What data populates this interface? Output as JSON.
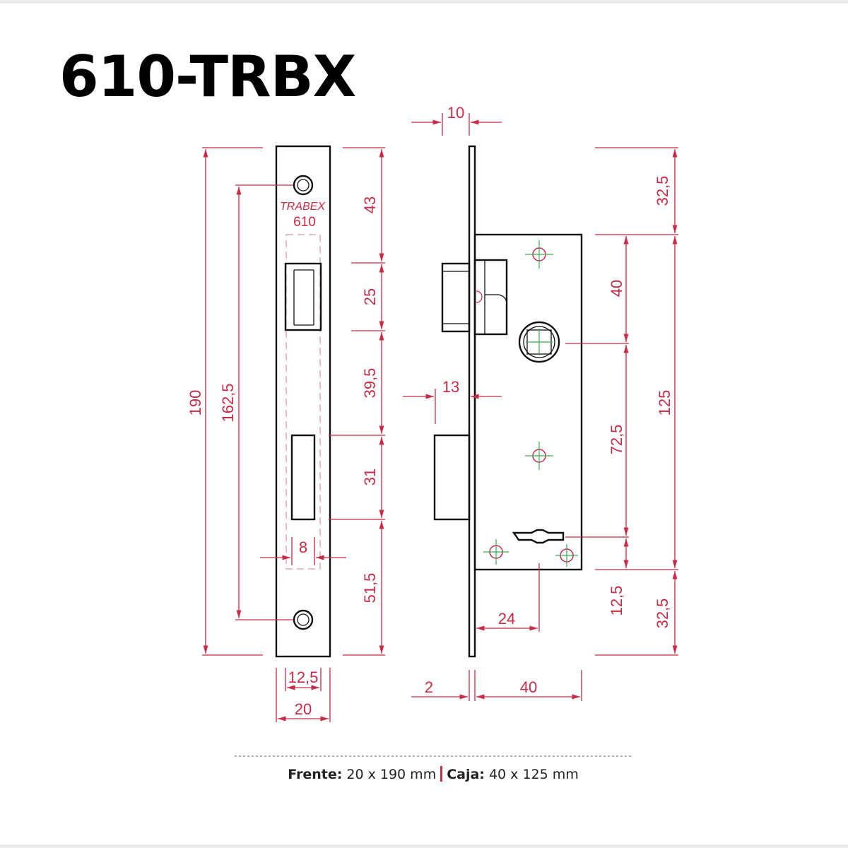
{
  "title": "610-TRBX",
  "brand_mark": {
    "name": "TRABEX",
    "model": "610"
  },
  "colors": {
    "dimension": "#c92a45",
    "center_lines": "#3aa655",
    "outline": "#111111"
  },
  "front_view": {
    "dims": {
      "height": "190",
      "screw_spacing": "162,5",
      "d43": "43",
      "d25": "25",
      "d39": "39,5",
      "d31": "31",
      "d51": "51,5",
      "d8": "8",
      "inner_width": "12,5",
      "width": "20"
    }
  },
  "side_view": {
    "dims": {
      "d10": "10",
      "d13": "13",
      "top": "32,5",
      "case": "125",
      "bottom": "32,5",
      "d40v": "40",
      "d72": "72,5",
      "d12": "12,5",
      "d24": "24",
      "d2": "2",
      "depth": "40"
    }
  },
  "caption": {
    "front_label": "Frente:",
    "front_value": "20 x 190 mm",
    "case_label": "Caja:",
    "case_value": "40 x 125 mm"
  }
}
